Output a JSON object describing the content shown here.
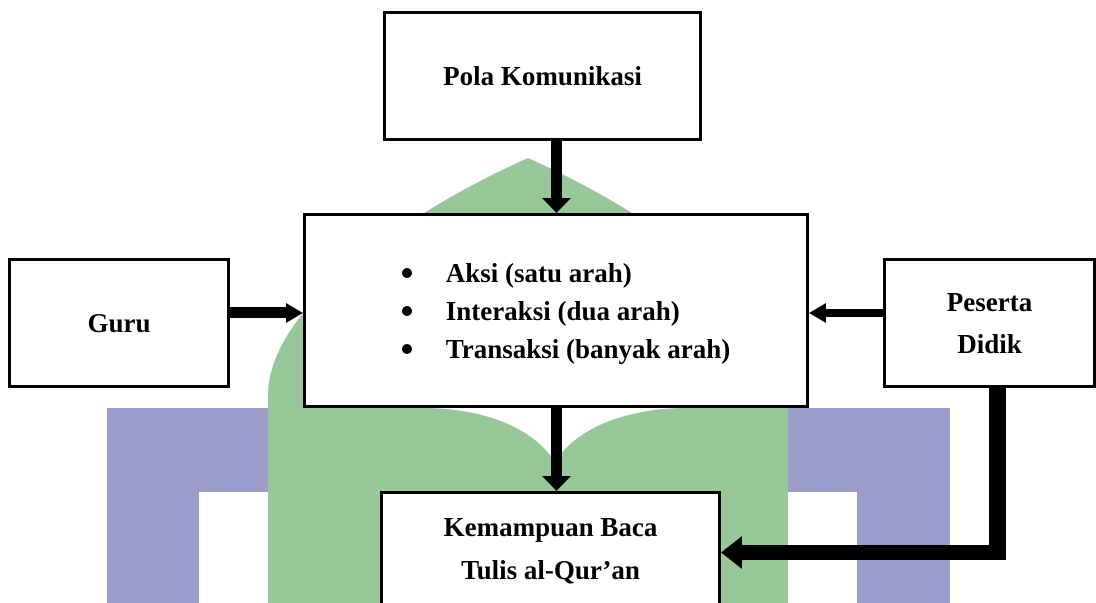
{
  "boxes": {
    "pola_komunikasi": "Pola Komunikasi",
    "guru": "Guru",
    "peserta_didik": [
      "Peserta",
      "Didik"
    ],
    "center_items": [
      "Aksi (satu arah)",
      "Interaksi (dua arah)",
      "Transaksi (banyak arah)"
    ],
    "kemampuan": [
      "Kemampuan Baca",
      "Tulis al-Qur’an"
    ]
  },
  "colors": {
    "logo_blue": "#9c9cca",
    "logo_green": "#98c79a",
    "line": "#000000"
  },
  "icons": [
    "watermark-logo",
    "bullet-dot",
    "arrow-head"
  ]
}
